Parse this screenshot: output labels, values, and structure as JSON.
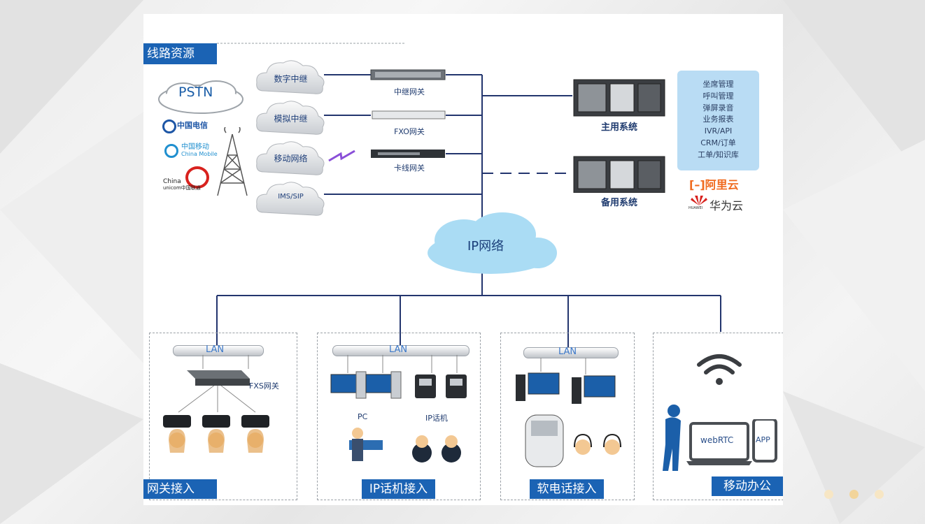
{
  "sections": {
    "line_resources": "线路资源",
    "gateway_access": "网关接入",
    "ipphone_access": "IP话机接入",
    "softphone_access": "软电话接入",
    "mobile_office": "移动办公"
  },
  "pstn": "PSTN",
  "carriers": {
    "telecom": "中国电信",
    "mobile": "中国移动",
    "mobile_en": "China Mobile",
    "unicom_en1": "China",
    "unicom_en2": "unicom中国联通"
  },
  "trunk_clouds": [
    "数字中继",
    "模拟中继",
    "移动网络",
    "IMS/SIP"
  ],
  "gateways": [
    "中继网关",
    "FXO网关",
    "卡线网关"
  ],
  "servers": {
    "primary": "主用系统",
    "backup": "备用系统"
  },
  "features": [
    "坐席管理",
    "呼叫管理",
    "弹屏录音",
    "业务报表",
    "IVR/API",
    "CRM/订单",
    "工单/知识库"
  ],
  "clouds": {
    "aliyun": "阿里云",
    "huawei": "华为云",
    "huawei_en": "HUAWEI"
  },
  "ip_network": "IP网络",
  "lan": "LAN",
  "fxs_gateway": "FXS网关",
  "pc": "PC",
  "ip_phone": "IP话机",
  "webrtc": "webRTC",
  "app": "APP",
  "colors": {
    "accent": "#1b63b4",
    "line": "#23356e",
    "cloud": "#aadcf4",
    "dot": "#f2d49a"
  }
}
